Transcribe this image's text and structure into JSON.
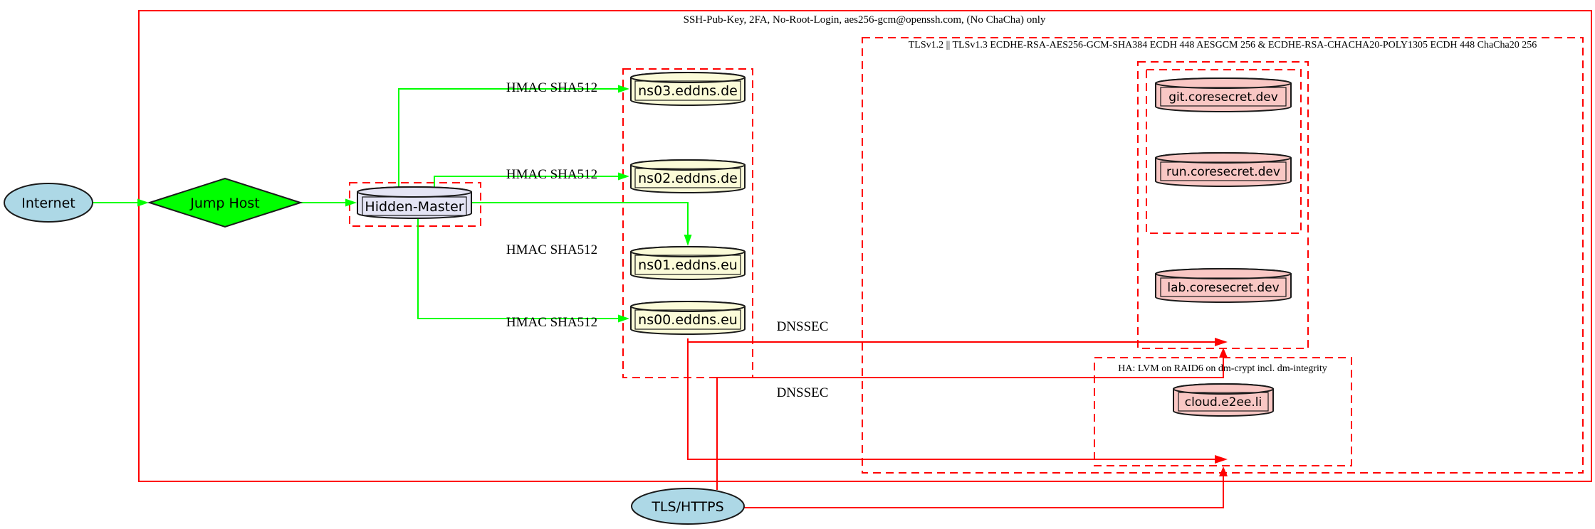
{
  "diagram": {
    "clusters": {
      "ssh": {
        "label": "SSH-Pub-Key, 2FA, No-Root-Login, aes256-gcm@openssh.com, (No ChaCha) only"
      },
      "tls": {
        "label": "TLSv1.2 || TLSv1.3 ECDHE-RSA-AES256-GCM-SHA384 ECDH 448 AESGCM 256 & ECDHE-RSA-CHACHA20-POLY1305 ECDH 448 ChaCha20 256"
      },
      "ha": {
        "label": "HA: LVM on RAID6 on dm-crypt incl. dm-integrity"
      }
    },
    "nodes": {
      "internet": {
        "label": "Internet"
      },
      "jump_host": {
        "label": "Jump Host"
      },
      "hidden_master": {
        "label": "Hidden-Master"
      },
      "ns03": {
        "label": "ns03.eddns.de"
      },
      "ns02": {
        "label": "ns02.eddns.de"
      },
      "ns01": {
        "label": "ns01.eddns.eu"
      },
      "ns00": {
        "label": "ns00.eddns.eu"
      },
      "git": {
        "label": "git.coresecret.dev"
      },
      "run": {
        "label": "run.coresecret.dev"
      },
      "lab": {
        "label": "lab.coresecret.dev"
      },
      "cloud": {
        "label": "cloud.e2ee.li"
      },
      "tls_https": {
        "label": "TLS/HTTPS"
      }
    },
    "edge_labels": {
      "hmac1": "HMAC SHA512",
      "hmac2": "HMAC SHA512",
      "hmac3": "HMAC SHA512",
      "hmac4": "HMAC SHA512",
      "dnssec1": "DNSSEC",
      "dnssec2": "DNSSEC"
    }
  },
  "colors": {
    "red": "#ff0000",
    "green": "#00ff00",
    "lightblue": "#add8e6",
    "lavender": "#e4e4f4",
    "cream": "#fbfbd8",
    "pink": "#f9c7c4"
  }
}
